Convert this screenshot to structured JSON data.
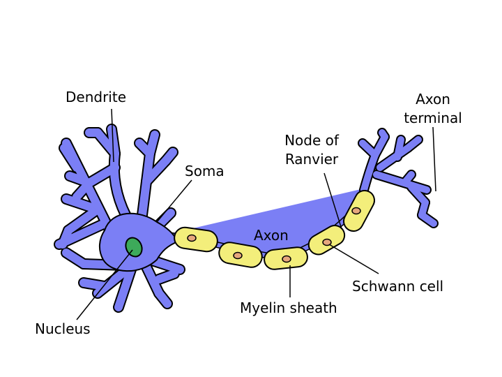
{
  "labels": {
    "dendrite": "Dendrite",
    "soma": "Soma",
    "nucleus": "Nucleus",
    "axon": "Axon",
    "node_line1": "Node of",
    "node_line2": "Ranvier",
    "terminal_line1": "Axon",
    "terminal_line2": "terminal",
    "schwann": "Schwann cell",
    "myelin": "Myelin sheath"
  },
  "colors": {
    "neuron": "#7b7ff5",
    "myelin": "#f3ee7b",
    "schwann_nucleus": "#e6a77d",
    "cell_nucleus": "#3daa5a",
    "outline": "#000000"
  }
}
